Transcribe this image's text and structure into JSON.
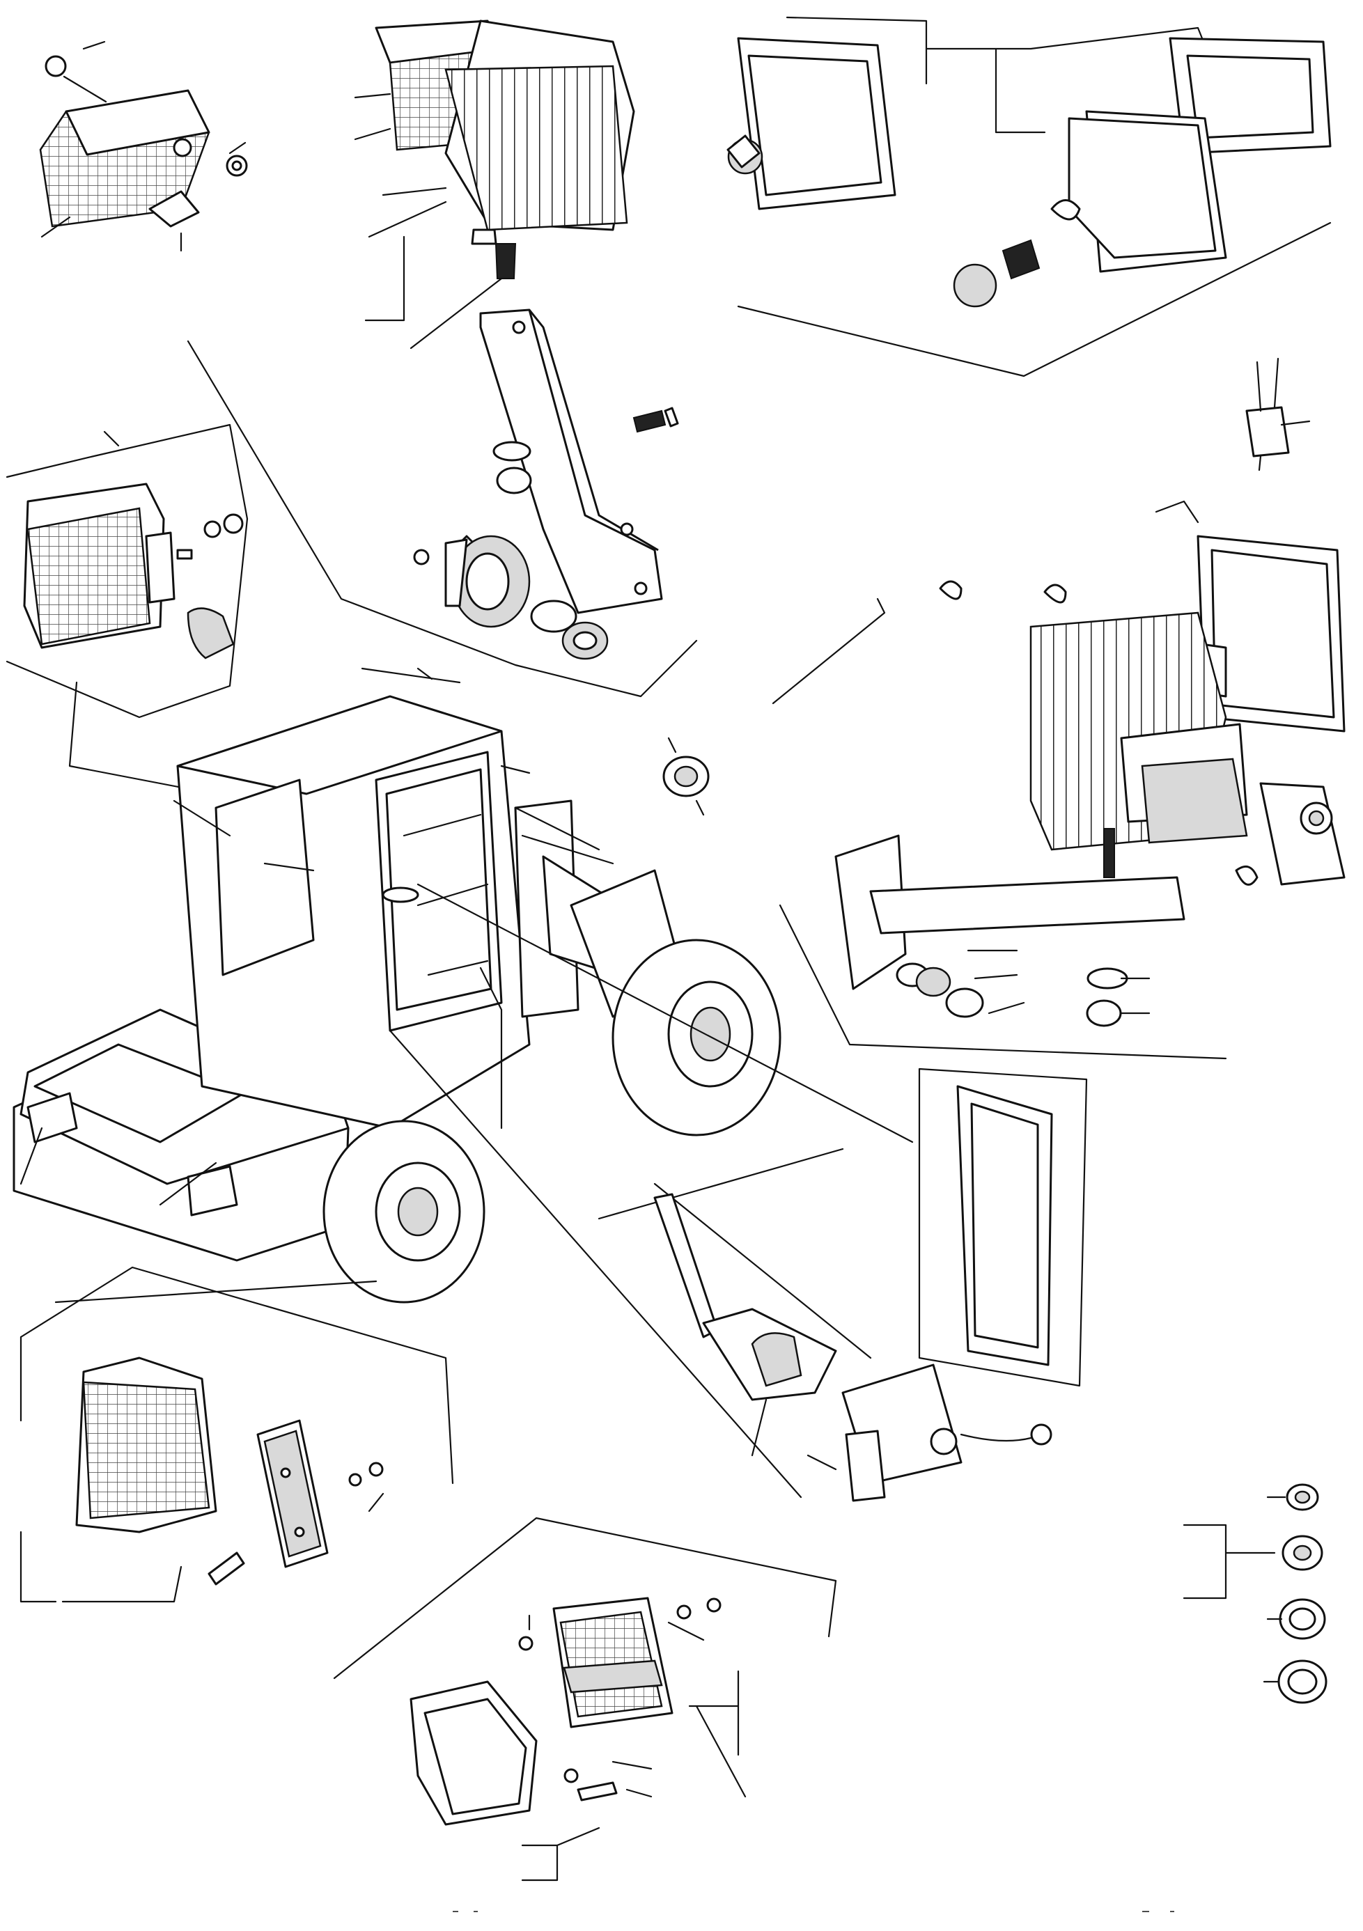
{
  "diagram": {
    "groups": [
      {
        "id": "rear-lamp-small",
        "icon": "lamp-icon"
      },
      {
        "id": "work-lamp-top",
        "icon": "work-lamp-icon"
      },
      {
        "id": "headlamp-units",
        "icon": "headlamp-icon"
      },
      {
        "id": "work-lamp-left",
        "icon": "lamp-icon"
      },
      {
        "id": "horn-bracket",
        "icon": "horn-icon"
      },
      {
        "id": "flasher-relay",
        "icon": "relay-icon"
      },
      {
        "id": "work-lamp-right",
        "icon": "work-lamp-icon"
      },
      {
        "id": "grommet",
        "icon": "grommet-icon"
      },
      {
        "id": "mirror",
        "icon": "mirror-icon"
      },
      {
        "id": "column-switch",
        "icon": "switch-icon"
      },
      {
        "id": "wheel-loader",
        "icon": "vehicle-icon"
      },
      {
        "id": "tail-lamp-reflector",
        "icon": "tail-lamp-icon"
      },
      {
        "id": "rear-light-cluster",
        "icon": "rear-light-icon"
      },
      {
        "id": "plugs-set",
        "icon": "plug-icon"
      }
    ]
  },
  "colors": {
    "ink": "#111111",
    "paper": "#ffffff",
    "shade": "#d9d9d9"
  }
}
